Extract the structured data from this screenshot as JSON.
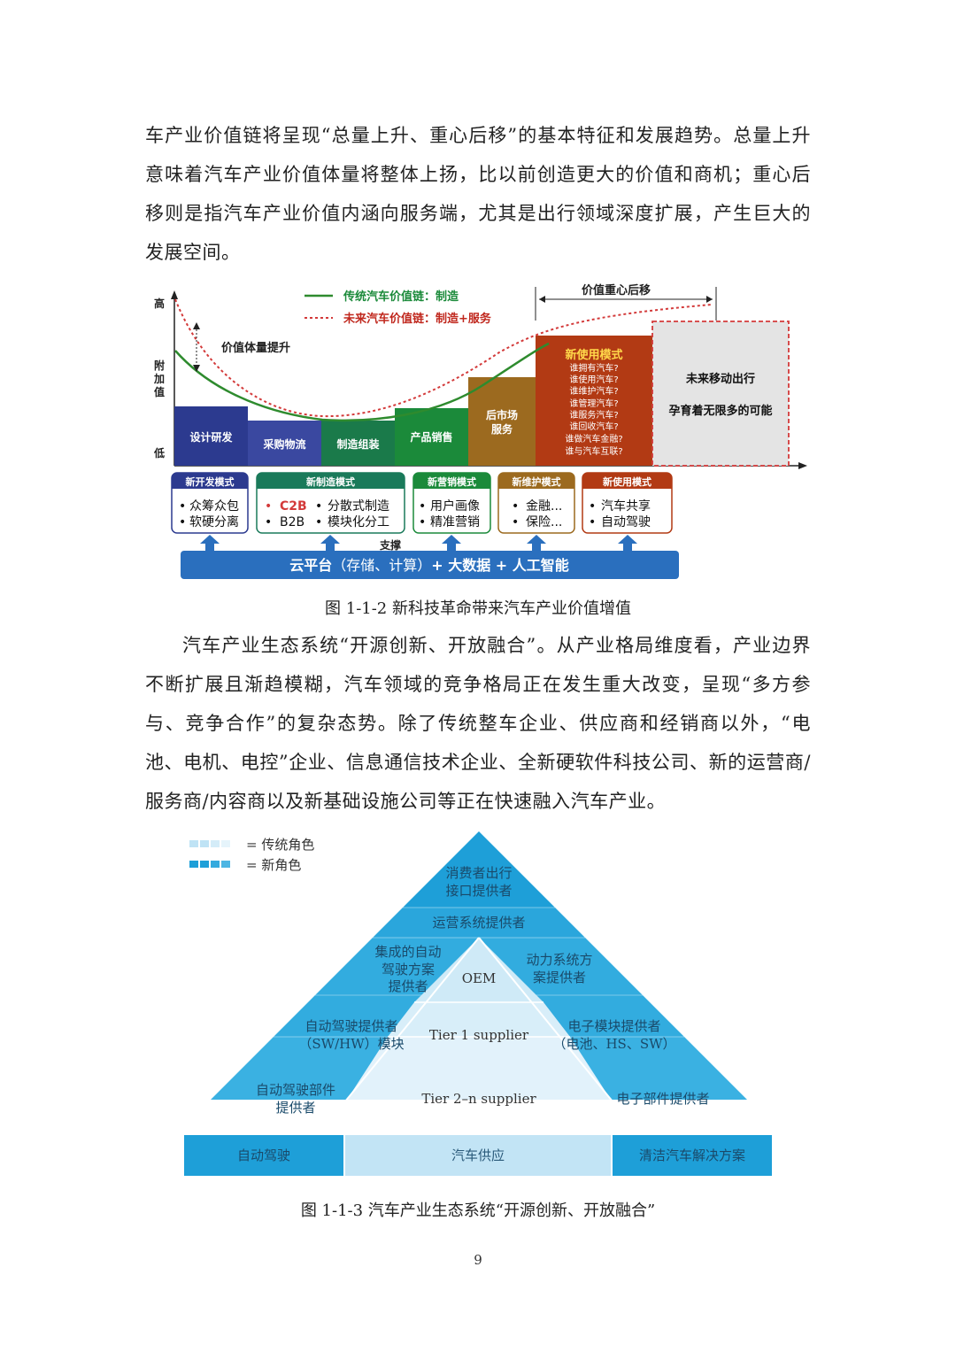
{
  "paragraph1": "车产业价值链将呈现“总量上升、重心后移”的基本特征和发展趋势。总量上升意味着汽车产业价值体量将整体上扬，比以前创造更大的价值和商机；重心后移则是指汽车产业价值内涵向服务端，尤其是出行领域深度扩展，产生巨大的发展空间。",
  "figure1": {
    "caption": "图 1-1-2  新科技革命带来汽车产业价值增值",
    "axis": {
      "high": "高",
      "low": "低",
      "ylabel": [
        "附",
        "加",
        "值"
      ]
    },
    "legend": {
      "traditional": "传统汽车价值链：制造",
      "future": "未来汽车价值链：制造+服务"
    },
    "annotations": {
      "volume_up": "价值体量提升",
      "shift": "价值重心后移"
    },
    "stages": [
      "设计研发",
      "采购物流",
      "制造组装",
      "产品销售",
      "后市场服务"
    ],
    "new_use": {
      "title": "新使用模式",
      "questions": [
        "谁拥有汽车?",
        "谁使用汽车?",
        "谁维护汽车?",
        "谁管理汽车?",
        "谁服务汽车?",
        "谁回收汽车?",
        "谁做汽车金融?",
        "谁与汽车互联?"
      ]
    },
    "future_box": {
      "line1": "未来移动出行",
      "line2": "孕育着无限多的可能"
    },
    "modes": [
      {
        "title": "新开发模式",
        "items": [
          "众筹众包",
          "软硬分离"
        ]
      },
      {
        "title": "新制造模式",
        "items": [
          "C2B",
          "B2B",
          "分散式制造",
          "模块化分工"
        ]
      },
      {
        "title": "新营销模式",
        "items": [
          "用户画像",
          "精准营销"
        ]
      },
      {
        "title": "新维护模式",
        "items": [
          "金融...",
          "保险..."
        ]
      },
      {
        "title": "新使用模式",
        "items": [
          "汽车共享",
          "自动驾驶"
        ]
      }
    ],
    "support": "支撑",
    "platform": {
      "part1": "云平台",
      "part2": "（存储、计算）",
      "part3": "+ 大数据 + 人工智能"
    },
    "colors": {
      "blue": "#2c3a8f",
      "green": "#1b8a3a",
      "brown": "#9c6a1f",
      "red": "#b23a14",
      "curve_green": "#2e8b2e",
      "curve_red": "#d33a3a"
    }
  },
  "paragraph2": "汽车产业生态系统“开源创新、开放融合”。从产业格局维度看，产业边界不断扩展且渐趋模糊，汽车领域的竞争格局正在发生重大改变，呈现“多方参与、竞争合作”的复杂态势。除了传统整车企业、供应商和经销商以外，“电池、电机、电控”企业、信息通信技术企业、全新硬软件科技公司、新的运营商/服务商/内容商以及新基础设施公司等正在快速融入汽车产业。",
  "figure2": {
    "caption": "图 1-1-3  汽车产业生态系统“开源创新、开放融合”",
    "legend": {
      "traditional": "= 传统角色",
      "new": "= 新角色"
    },
    "pyramid": {
      "top": [
        "消费者出行",
        "接口提供者"
      ],
      "ops": "运营系统提供者",
      "integrated": [
        "集成的自动",
        "驾驶方案",
        "提供者"
      ],
      "oem": "OEM",
      "powertrain": [
        "动力系统方",
        "案提供者"
      ],
      "ad_module": [
        "自动驾驶提供者",
        "（SW/HW）模块"
      ],
      "tier1": "Tier 1 supplier",
      "elec_module": [
        "电子模块提供者",
        "（电池、HS、SW）"
      ],
      "ad_parts": [
        "自动驾驶部件",
        "提供者"
      ],
      "tier2": "Tier 2–n supplier",
      "elec_parts": "电子部件提供者",
      "base": [
        "自动驾驶",
        "汽车供应",
        "清洁汽车解决方案"
      ]
    },
    "colors": {
      "new_role": "#1e9fd8",
      "traditional_role": "#bfe3f5"
    }
  },
  "page_number": "9"
}
